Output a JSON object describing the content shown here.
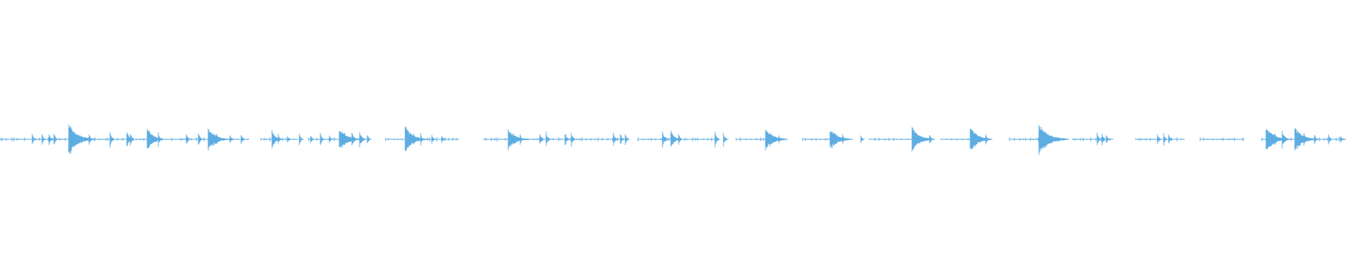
{
  "waveform": {
    "color": "#5dade2",
    "background": "#ffffff",
    "bursts": [
      [
        0.0,
        0.037,
        0.08
      ],
      [
        0.046,
        0.3,
        0.08
      ],
      [
        0.06,
        0.3,
        0.08
      ],
      [
        0.07,
        0.33,
        0.08
      ],
      [
        0.077,
        0.35,
        0.08
      ],
      [
        0.098,
        0.75,
        0.55
      ],
      [
        0.108,
        0.33,
        0.08
      ],
      [
        0.127,
        0.3,
        0.08
      ],
      [
        0.157,
        0.38,
        0.1
      ],
      [
        0.181,
        0.45,
        0.13
      ],
      [
        0.186,
        0.33,
        0.1
      ],
      [
        0.21,
        0.62,
        0.34
      ],
      [
        0.226,
        0.33,
        0.08
      ],
      [
        0.266,
        0.32,
        0.08
      ],
      [
        0.283,
        0.37,
        0.1
      ],
      [
        0.297,
        0.57,
        0.45
      ],
      [
        0.309,
        0.3,
        0.1
      ],
      [
        0.328,
        0.25,
        0.08
      ],
      [
        0.344,
        0.28,
        0.08
      ],
      [
        0.388,
        0.45,
        0.22
      ],
      [
        0.397,
        0.28,
        0.08
      ],
      [
        0.41,
        0.2,
        0.08
      ],
      [
        0.427,
        0.3,
        0.08
      ],
      [
        0.443,
        0.2,
        0.08
      ],
      [
        0.457,
        0.33,
        0.08
      ],
      [
        0.47,
        0.22,
        0.08
      ],
      [
        0.484,
        0.55,
        0.45
      ],
      [
        0.492,
        0.33,
        0.1
      ],
      [
        0.502,
        0.38,
        0.13
      ],
      [
        0.513,
        0.4,
        0.13
      ],
      [
        0.524,
        0.27,
        0.08
      ],
      [
        0.578,
        0.65,
        0.45
      ],
      [
        0.59,
        0.33,
        0.1
      ],
      [
        0.6,
        0.3,
        0.08
      ],
      [
        0.616,
        0.25,
        0.08
      ],
      [
        0.63,
        0.23,
        0.08
      ],
      [
        0.725,
        0.48,
        0.45
      ],
      [
        0.732,
        0.3,
        0.1
      ],
      [
        0.742,
        0.25,
        0.08
      ],
      [
        0.77,
        0.3,
        0.1
      ],
      [
        0.779,
        0.36,
        0.1
      ],
      [
        0.806,
        0.35,
        0.1
      ],
      [
        0.815,
        0.33,
        0.1
      ],
      [
        0.875,
        0.33,
        0.1
      ],
      [
        0.885,
        0.3,
        0.1
      ],
      [
        0.892,
        0.28,
        0.08
      ],
      [
        0.945,
        0.4,
        0.13
      ],
      [
        0.957,
        0.45,
        0.2
      ],
      [
        0.968,
        0.3,
        0.08
      ],
      [
        1.02,
        0.36,
        0.1
      ],
      [
        1.032,
        0.33,
        0.1
      ],
      [
        1.092,
        0.58,
        0.45
      ],
      [
        1.1,
        0.3,
        0.1
      ],
      [
        1.111,
        0.2,
        0.08
      ],
      [
        1.184,
        0.52,
        0.47
      ],
      [
        1.192,
        0.33,
        0.1
      ],
      [
        1.202,
        0.28,
        0.08
      ],
      [
        1.228,
        0.2,
        0.08
      ],
      [
        1.301,
        0.58,
        0.47
      ],
      [
        1.308,
        0.33,
        0.1
      ],
      [
        1.326,
        0.28,
        0.08
      ],
      [
        1.384,
        0.62,
        0.45
      ],
      [
        1.392,
        0.33,
        0.1
      ],
      [
        1.406,
        0.28,
        0.08
      ],
      [
        1.482,
        0.72,
        0.6
      ],
      [
        1.491,
        0.38,
        0.1
      ],
      [
        1.565,
        0.32,
        0.1
      ],
      [
        1.572,
        0.25,
        0.08
      ],
      [
        1.578,
        0.25,
        0.08
      ],
      [
        1.651,
        0.28,
        0.08
      ],
      [
        1.66,
        0.3,
        0.08
      ],
      [
        1.667,
        0.3,
        0.08
      ],
      [
        1.806,
        0.62,
        0.47
      ],
      [
        1.818,
        0.38,
        0.13
      ],
      [
        1.829,
        0.4,
        0.17
      ],
      [
        1.847,
        0.6,
        0.47
      ],
      [
        1.86,
        0.33,
        0.1
      ],
      [
        1.875,
        0.28,
        0.08
      ],
      [
        1.895,
        0.25,
        0.08
      ],
      [
        1.912,
        0.22,
        0.08
      ]
    ],
    "segments": [
      [
        0.0,
        0.355
      ],
      [
        0.372,
        0.425
      ],
      [
        0.44,
        0.524
      ],
      [
        0.55,
        0.655
      ],
      [
        0.69,
        0.89
      ],
      [
        0.91,
        1.025
      ],
      [
        1.05,
        1.115
      ],
      [
        1.145,
        1.205
      ],
      [
        1.24,
        1.308
      ],
      [
        1.342,
        1.4
      ],
      [
        1.44,
        1.505
      ],
      [
        1.53,
        1.588
      ],
      [
        1.62,
        1.69
      ],
      [
        1.712,
        1.775
      ],
      [
        1.8,
        1.92
      ]
    ]
  }
}
